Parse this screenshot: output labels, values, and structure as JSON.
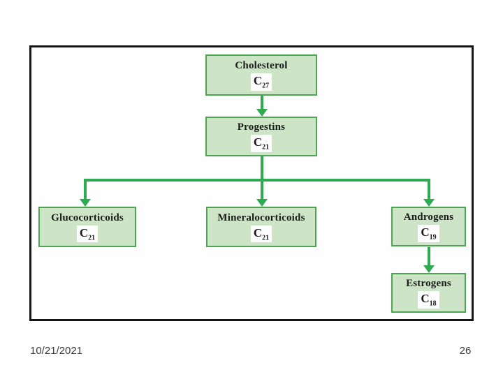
{
  "slide": {
    "footer": {
      "date": "10/21/2021",
      "page_number": "26"
    }
  },
  "diagram": {
    "type": "flowchart",
    "nodes": [
      {
        "id": "cholesterol",
        "label": "Cholesterol",
        "formula_base": "C",
        "formula_sub": "27"
      },
      {
        "id": "progestins",
        "label": "Progestins",
        "formula_base": "C",
        "formula_sub": "21"
      },
      {
        "id": "glucocorticoids",
        "label": "Glucocorticoids",
        "formula_base": "C",
        "formula_sub": "21"
      },
      {
        "id": "mineralocorticoids",
        "label": "Mineralocorticoids",
        "formula_base": "C",
        "formula_sub": "21"
      },
      {
        "id": "androgens",
        "label": "Androgens",
        "formula_base": "C",
        "formula_sub": "19"
      },
      {
        "id": "estrogens",
        "label": "Estrogens",
        "formula_base": "C",
        "formula_sub": "18"
      }
    ],
    "edges": [
      {
        "from": "cholesterol",
        "to": "progestins"
      },
      {
        "from": "progestins",
        "to": "glucocorticoids"
      },
      {
        "from": "progestins",
        "to": "mineralocorticoids"
      },
      {
        "from": "progestins",
        "to": "androgens"
      },
      {
        "from": "androgens",
        "to": "estrogens"
      }
    ],
    "colors": {
      "box_fill": "#cde5c6",
      "box_border": "#4ba551",
      "arrow": "#2faa50",
      "frame_border": "#141414",
      "label_text": "#1b1b1b",
      "footer_text": "#3a3a3a",
      "background": "#ffffff"
    }
  }
}
